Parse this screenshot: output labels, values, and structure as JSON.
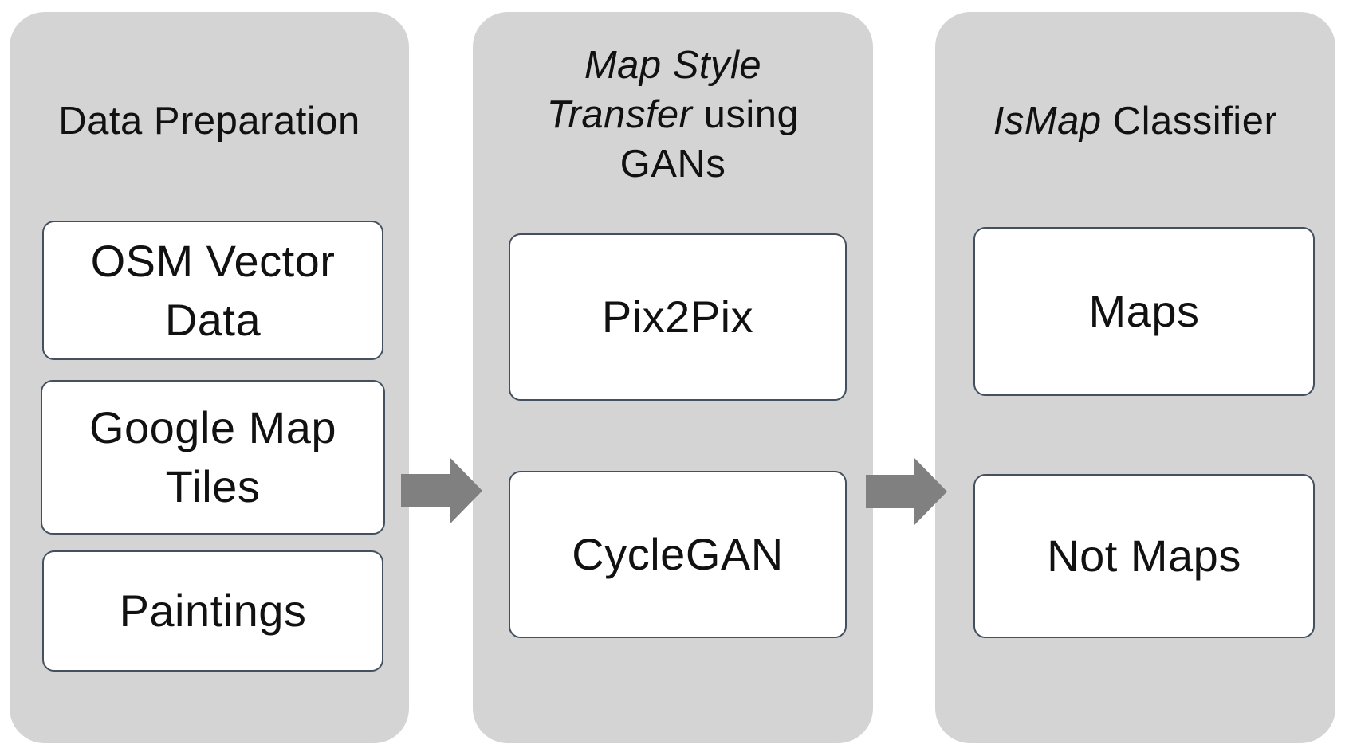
{
  "diagram": {
    "colors": {
      "page_bg": "#ffffff",
      "panel_bg": "#d4d4d4",
      "node_bg": "#ffffff",
      "node_border": "#44505e",
      "arrow": "#808080",
      "text": "#111111"
    },
    "panels": [
      {
        "title": "Data Preparation",
        "boxes": [
          "OSM Vector Data",
          "Google Map Tiles",
          "Paintings"
        ]
      },
      {
        "title": "Map Style Transfer using GANs",
        "title_line1_italic": "Map Style",
        "title_line2_italic": "Transfer",
        "title_line2_regular": " using",
        "title_line3_regular": "GANs",
        "boxes": [
          "Pix2Pix",
          "CycleGAN"
        ]
      },
      {
        "title": "IsMap Classifier",
        "title_italic": "IsMap",
        "title_regular": " Classifier",
        "boxes": [
          "Maps",
          "Not Maps"
        ]
      }
    ]
  }
}
